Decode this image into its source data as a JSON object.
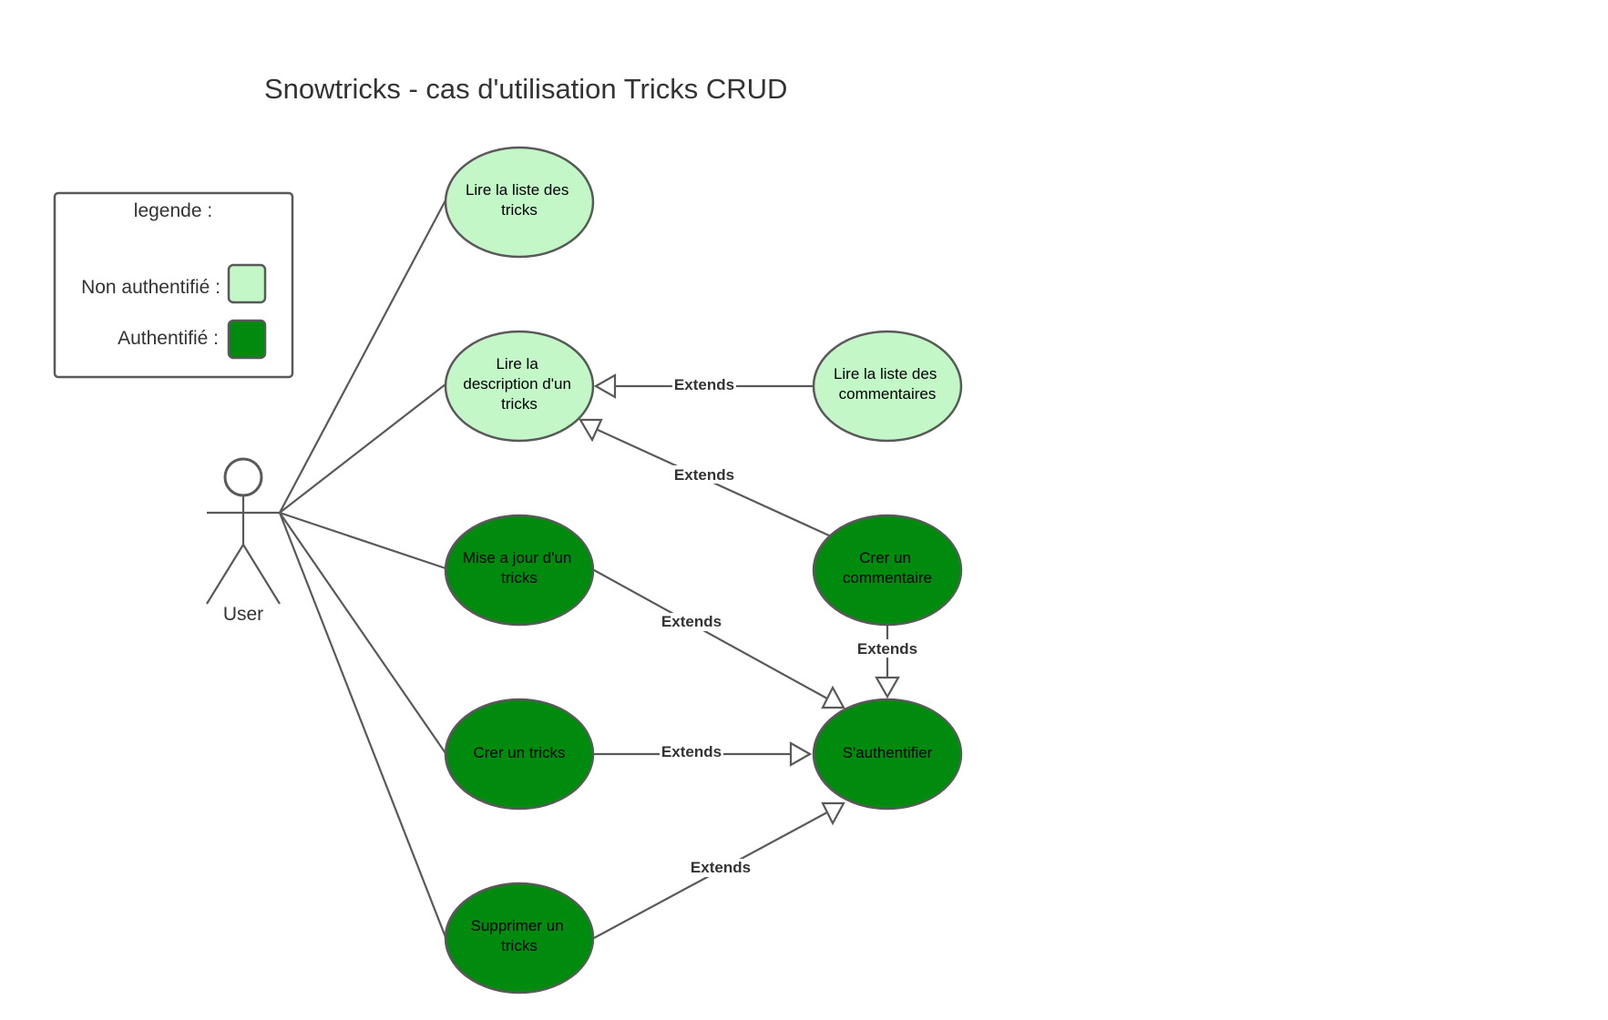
{
  "title": "Snowtricks - cas d'utilisation Tricks CRUD",
  "legend": {
    "heading": "legende :",
    "items": [
      {
        "label": "Non authentifié :",
        "color": "#c3f7c8"
      },
      {
        "label": "Authentifié :",
        "color": "#008a0e"
      }
    ]
  },
  "actor": {
    "label": "User"
  },
  "use_cases": {
    "read_list": {
      "lines": [
        "Lire la liste des",
        "tricks"
      ],
      "status": "Non authentifié"
    },
    "read_desc": {
      "lines": [
        "Lire la",
        "description  d'un",
        "tricks"
      ],
      "status": "Non authentifié"
    },
    "update": {
      "lines": [
        "Mise a jour d'un",
        "tricks"
      ],
      "status": "Authentifié"
    },
    "create": {
      "lines": [
        "Crer un tricks"
      ],
      "status": "Authentifié"
    },
    "delete": {
      "lines": [
        "Supprimer un",
        "tricks"
      ],
      "status": "Authentifié"
    },
    "read_comments": {
      "lines": [
        "Lire la liste des",
        "commentaires"
      ],
      "status": "Non authentifié"
    },
    "create_comment": {
      "lines": [
        "Crer un",
        "commentaire"
      ],
      "status": "Authentifié"
    },
    "auth": {
      "lines": [
        "S'authentifier"
      ],
      "status": "Authentifié"
    }
  },
  "relations": {
    "label": "Extends",
    "items": [
      {
        "from": "read_comments",
        "to": "read_desc",
        "label": "Extends"
      },
      {
        "from": "create_comment",
        "to": "read_desc",
        "label": "Extends"
      },
      {
        "from": "update",
        "to": "auth",
        "label": "Extends"
      },
      {
        "from": "create_comment",
        "to": "auth",
        "label": "Extends"
      },
      {
        "from": "create",
        "to": "auth",
        "label": "Extends"
      },
      {
        "from": "delete",
        "to": "auth",
        "label": "Extends"
      }
    ]
  }
}
